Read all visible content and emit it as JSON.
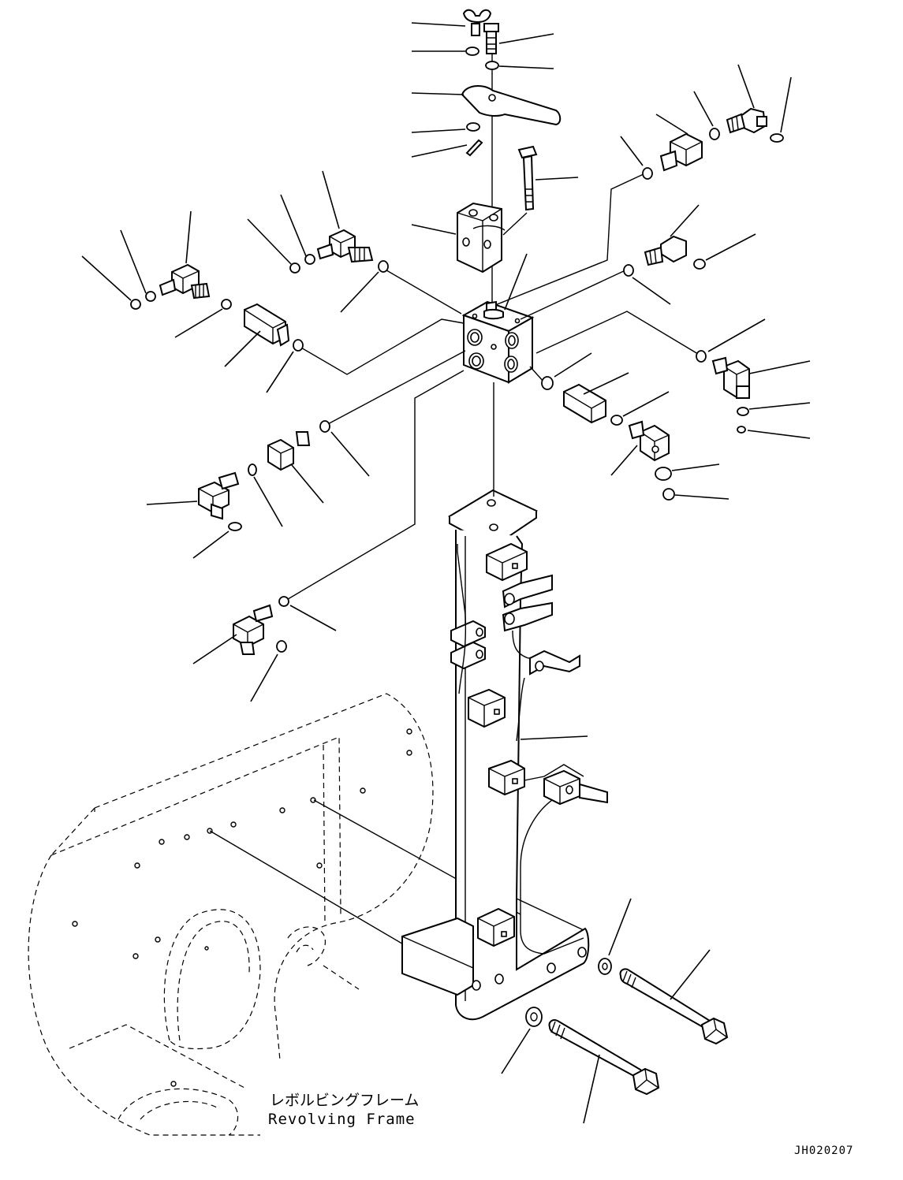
{
  "drawing": {
    "frame_label_jp": "レボルビングフレーム",
    "frame_label_en": "Revolving Frame",
    "drawing_code": "JH020207"
  }
}
